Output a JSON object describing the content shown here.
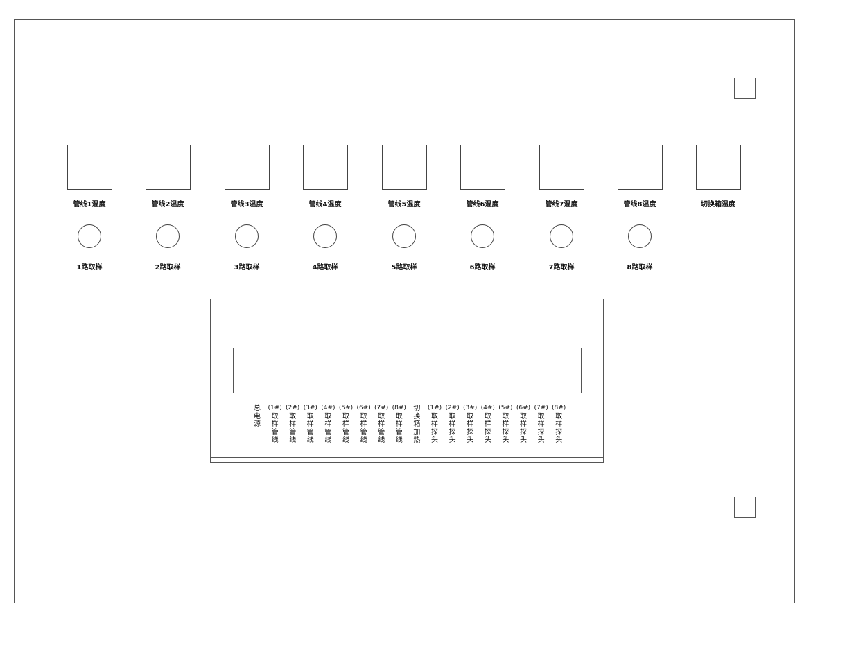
{
  "temp_sensors": [
    {
      "label": "管线1温度"
    },
    {
      "label": "管线2温度"
    },
    {
      "label": "管线3温度"
    },
    {
      "label": "管线4温度"
    },
    {
      "label": "管线5温度"
    },
    {
      "label": "管线6温度"
    },
    {
      "label": "管线7温度"
    },
    {
      "label": "管线8温度"
    },
    {
      "label": "切换箱温度"
    }
  ],
  "sampling_lights": [
    {
      "label": "1路取样"
    },
    {
      "label": "2路取样"
    },
    {
      "label": "3路取样"
    },
    {
      "label": "4路取样"
    },
    {
      "label": "5路取样"
    },
    {
      "label": "6路取样"
    },
    {
      "label": "7路取样"
    },
    {
      "label": "8路取样"
    }
  ],
  "panel_columns": [
    {
      "prefix": "",
      "text": "总电源"
    },
    {
      "prefix": "(1#)",
      "text": "取样管线"
    },
    {
      "prefix": "(2#)",
      "text": "取样管线"
    },
    {
      "prefix": "(3#)",
      "text": "取样管线"
    },
    {
      "prefix": "(4#)",
      "text": "取样管线"
    },
    {
      "prefix": "(5#)",
      "text": "取样管线"
    },
    {
      "prefix": "(6#)",
      "text": "取样管线"
    },
    {
      "prefix": "(7#)",
      "text": "取样管线"
    },
    {
      "prefix": "(8#)",
      "text": "取样管线"
    },
    {
      "prefix": "",
      "text": "切换箱加热"
    },
    {
      "prefix": "(1#)",
      "text": "取样探头"
    },
    {
      "prefix": "(2#)",
      "text": "取样探头"
    },
    {
      "prefix": "(3#)",
      "text": "取样探头"
    },
    {
      "prefix": "(4#)",
      "text": "取样探头"
    },
    {
      "prefix": "(5#)",
      "text": "取样探头"
    },
    {
      "prefix": "(6#)",
      "text": "取样探头"
    },
    {
      "prefix": "(7#)",
      "text": "取样探头"
    },
    {
      "prefix": "(8#)",
      "text": "取样探头"
    }
  ]
}
